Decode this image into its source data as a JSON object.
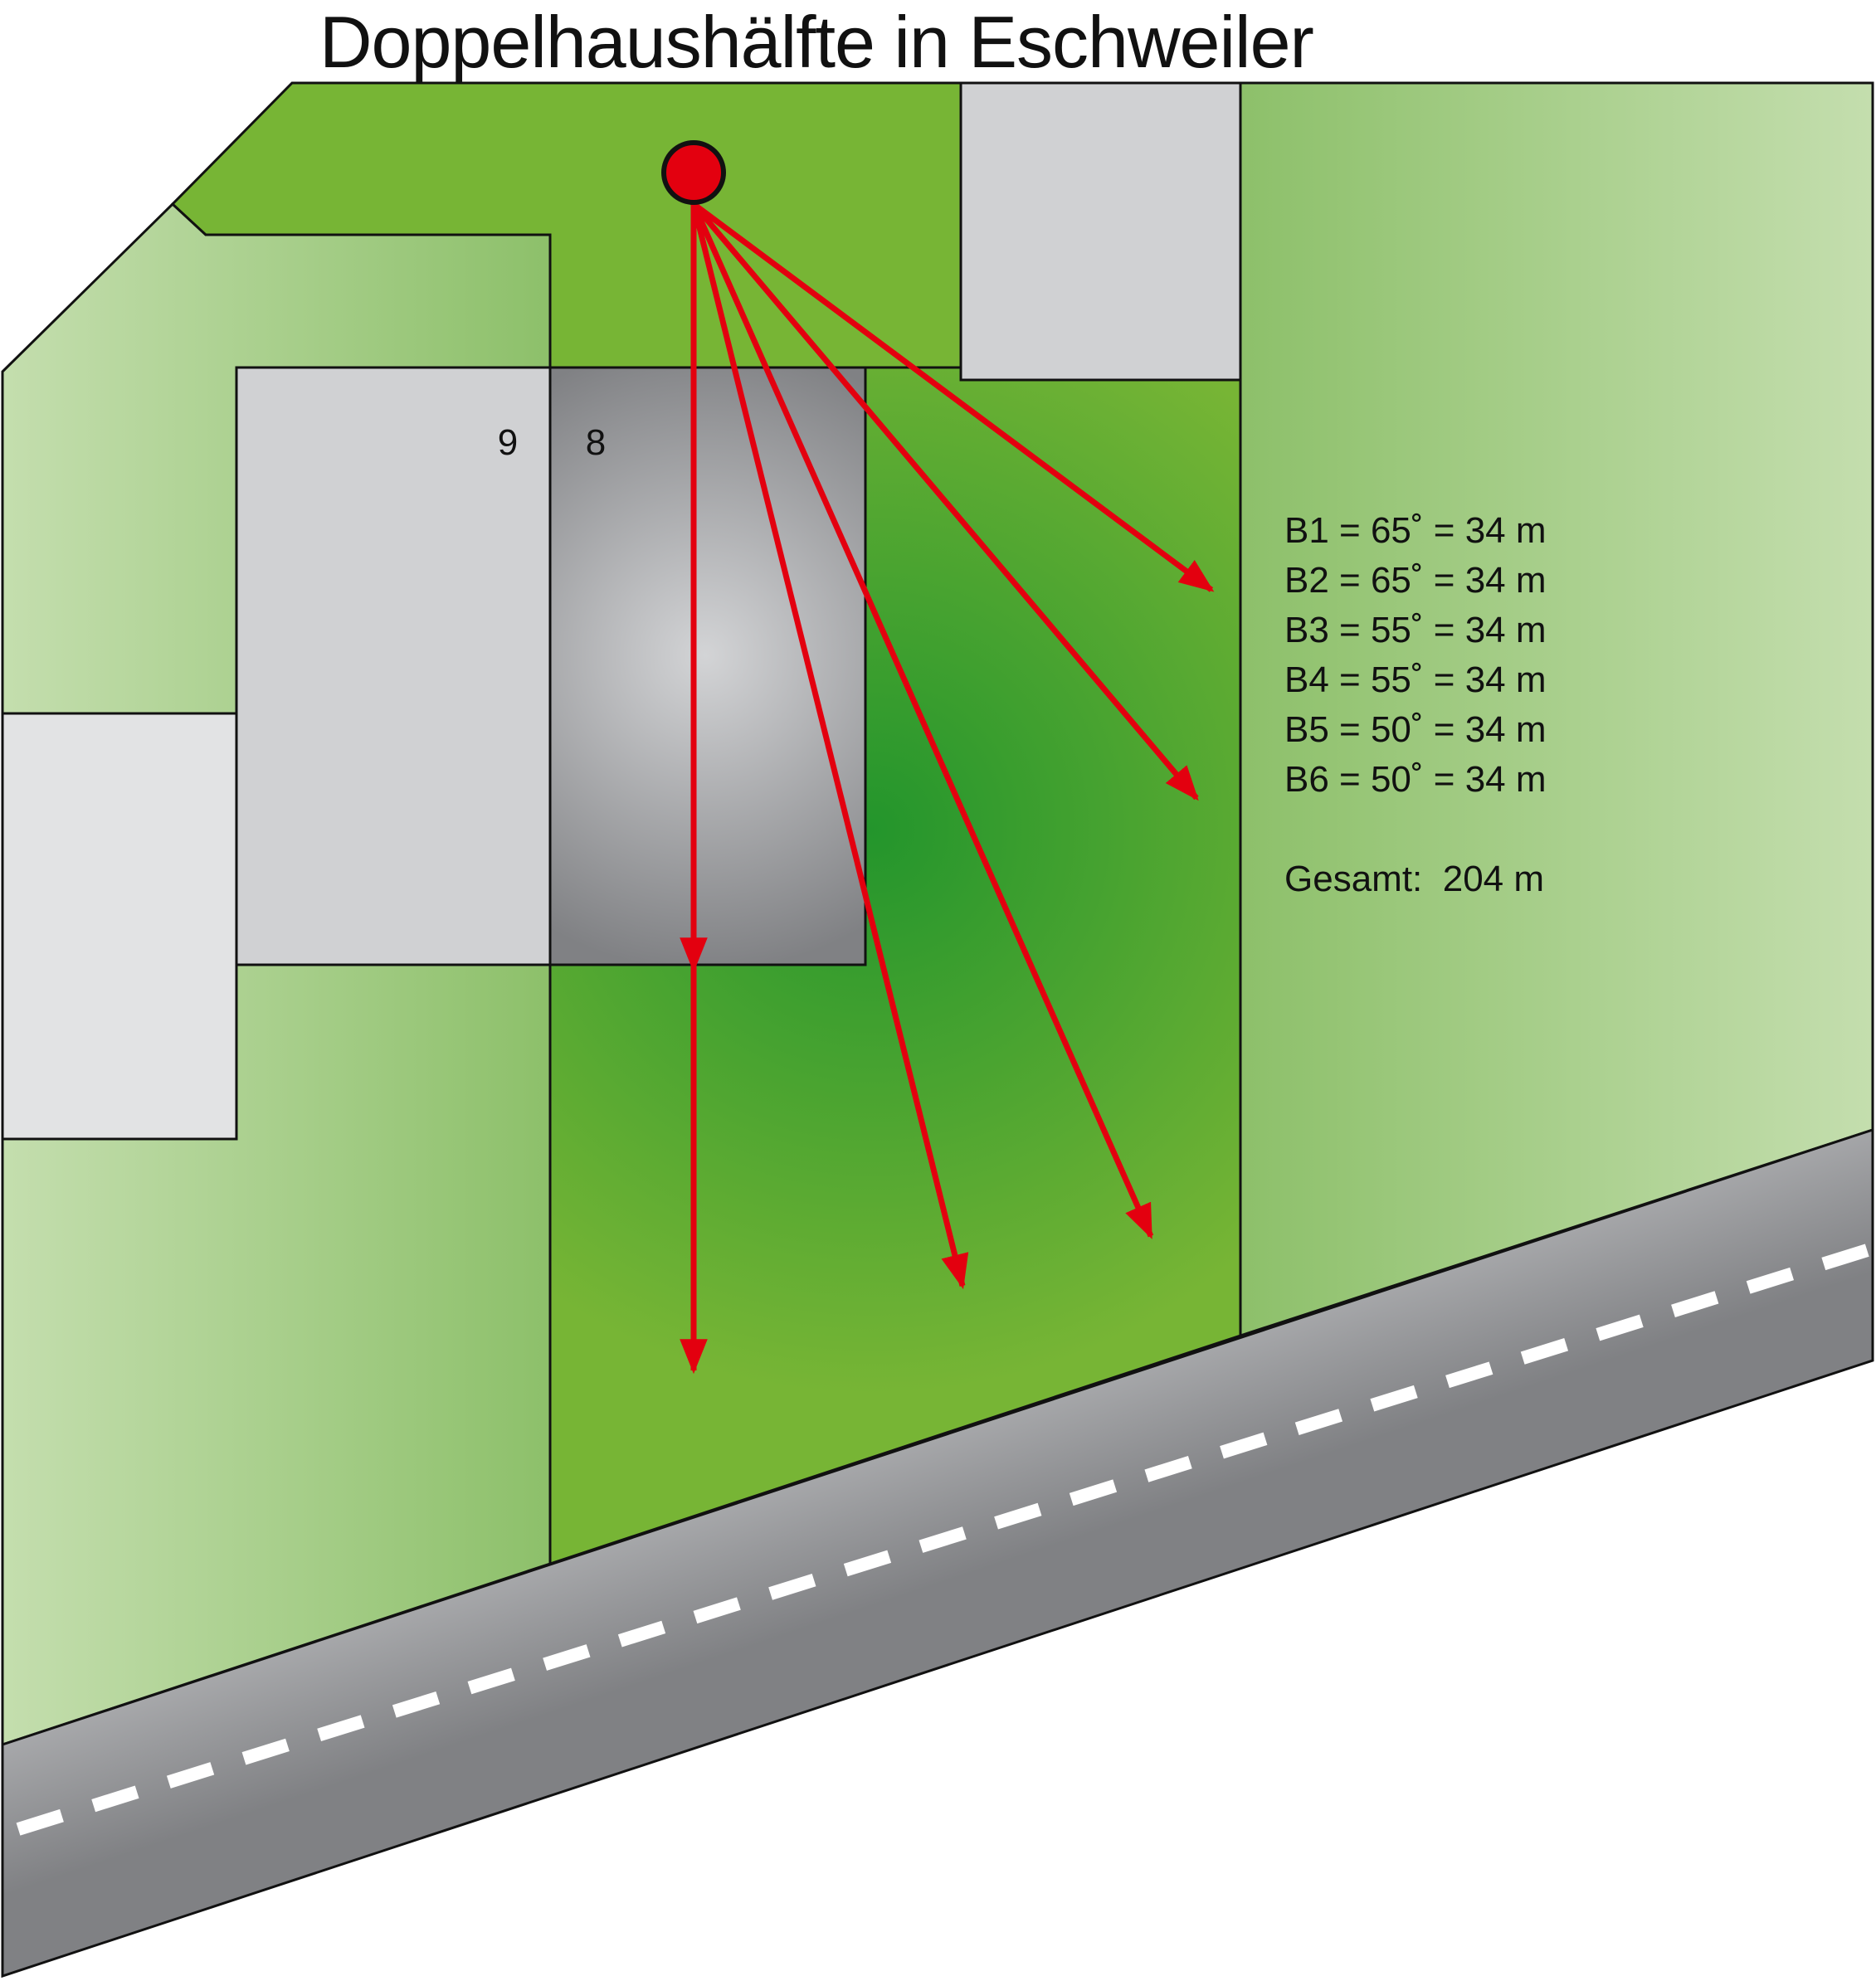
{
  "title": "Doppelhaushälfte in Eschweiler",
  "house_numbers": {
    "left": "9",
    "right": "8"
  },
  "legend": {
    "lines": [
      "B1 = 65˚ = 34 m",
      "B2 = 65˚ = 34 m",
      "B3 = 55˚ = 34 m",
      "B4 = 55˚ = 34 m",
      "B5 = 50˚ = 34 m",
      "B6 = 50˚ = 34 m"
    ],
    "total": "Gesamt:  204 m"
  },
  "colors": {
    "measurement_arrows": "#e3000f",
    "observation_point": "#e3000f",
    "lawn_light": "#c2dcaa",
    "lawn_dark": "#2a9a2e",
    "building": "#d0d1d3",
    "house_highlight": "#808184",
    "road": "#9a9b9d",
    "road_marking": "#ffffff"
  }
}
